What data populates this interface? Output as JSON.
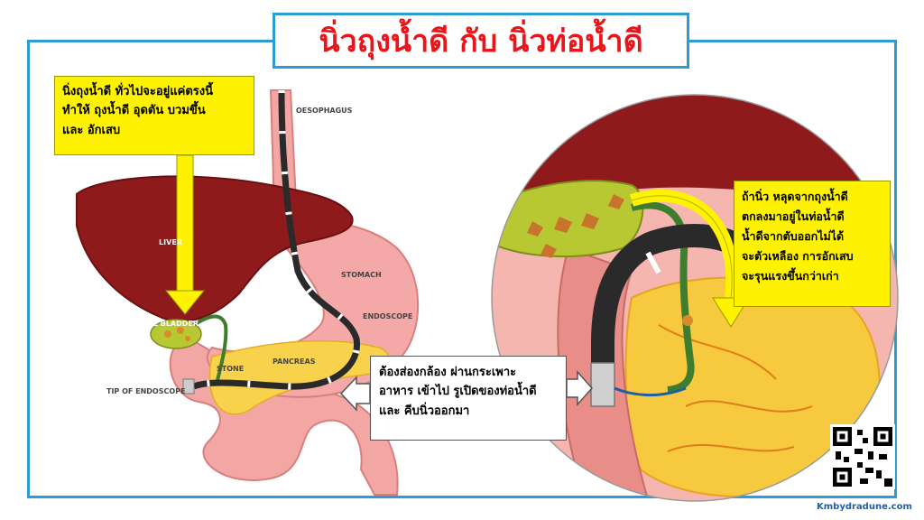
{
  "title": "นิ่วถุงน้ำดี กับ นิ่วท่อน้ำดี",
  "notes": {
    "left": [
      "นิ่งถุงน้ำดี  ทั่วไปจะอยู่แค่ตรงนี้",
      "ทำให้ ถุงน้ำดี อุดตัน บวมขึ้น",
      "และ อักเสบ"
    ],
    "right": [
      "ถ้านิ่ว หลุดจากถุงน้ำดี",
      "ตกลงมาอยู่ในท่อน้ำดี",
      "น้ำดีจากตับออกไม่ได้",
      "จะตัวเหลือง การอักเสบ",
      "จะรุนแรงขึ้นกว่าเก่า"
    ],
    "center": [
      "ต้องส่องกล้อง ผ่านกระเพาะ",
      "อาหาร เข้าไป รูเปิดของท่อน้ำดี",
      "และ คีบนิ่วออกมา"
    ]
  },
  "anatomy_labels": {
    "oesophagus": "OESOPHAGUS",
    "liver": "LIVER",
    "stomach": "STOMACH",
    "endoscope": "ENDOSCOPE",
    "gall_bladder": "GALL BLADDER",
    "stone": "STONE",
    "pancreas": "PANCREAS",
    "tip_of_endoscope": "TIP OF ENDOSCOPE"
  },
  "watermark": "Kmbydradune.com",
  "colors": {
    "frame": "#2e9bd6",
    "title": "#e8151b",
    "note_yellow": "#fff200",
    "liver": "#8e1a1c",
    "stomach": "#f2a0a0",
    "gallbladder": "#b7c832",
    "pancreas": "#f7d24a",
    "endoscope": "#2a2a2a"
  },
  "icons": [
    "down-arrow-icon",
    "curved-arrow-icon",
    "pointer-arrow-icon",
    "qr-code-icon"
  ]
}
